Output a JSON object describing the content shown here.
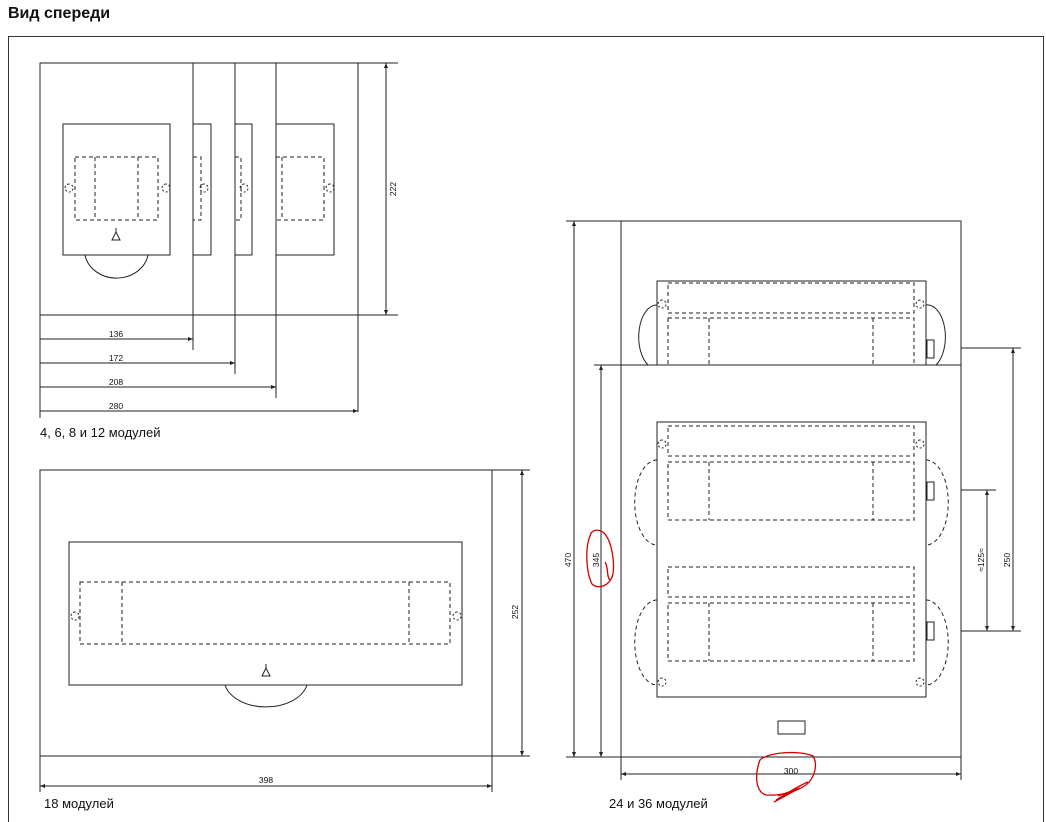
{
  "title": "Вид спереди",
  "sections": {
    "small": {
      "caption": "4, 6, 8 и 12 модулей",
      "dims": {
        "d136": "136",
        "d172": "172",
        "d208": "208",
        "d280": "280",
        "h222": "222"
      }
    },
    "medium": {
      "caption": "18 модулей",
      "dims": {
        "w398": "398",
        "h252": "252"
      }
    },
    "large": {
      "caption": "24 и 36 модулей",
      "dims": {
        "h470": "470",
        "h345": "345",
        "h250": "250",
        "h125": "≈125≈",
        "w300": "300"
      }
    }
  },
  "colors": {
    "lines": "#222222",
    "annotation": "#d40000"
  }
}
